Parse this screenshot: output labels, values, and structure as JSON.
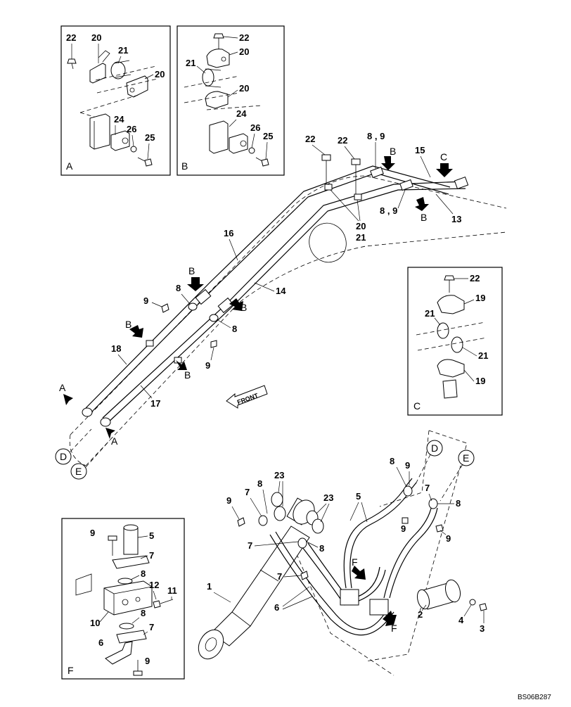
{
  "drawing_code": "BS06B287",
  "front_label": "FRONT",
  "detail_views": {
    "A": {
      "letter": "A",
      "callouts": [
        "22",
        "20",
        "21",
        "20",
        "24",
        "26",
        "25"
      ]
    },
    "B": {
      "letter": "B",
      "callouts": [
        "22",
        "20",
        "21",
        "20",
        "24",
        "26",
        "25"
      ]
    },
    "C": {
      "letter": "C",
      "callouts": [
        "22",
        "19",
        "21",
        "21",
        "19"
      ]
    },
    "F": {
      "letter": "F",
      "callouts": [
        "9",
        "5",
        "7",
        "8",
        "12",
        "11",
        "10",
        "8",
        "7",
        "6",
        "9"
      ]
    }
  },
  "boom_callouts": [
    "22",
    "22",
    "8 , 9",
    "15",
    "8 , 9",
    "13",
    "20",
    "21",
    "16",
    "14",
    "9",
    "8",
    "8",
    "9",
    "18",
    "17"
  ],
  "view_arrows": [
    "A",
    "A",
    "B",
    "B",
    "B",
    "B",
    "B",
    "B",
    "C",
    "F",
    "F"
  ],
  "circle_refs": [
    "D",
    "E",
    "D",
    "E"
  ],
  "lower_callouts": [
    "23",
    "7",
    "8",
    "9",
    "23",
    "5",
    "7",
    "8",
    "7",
    "8",
    "9",
    "9",
    "7",
    "8",
    "9",
    "1",
    "6",
    "2",
    "4",
    "3"
  ]
}
